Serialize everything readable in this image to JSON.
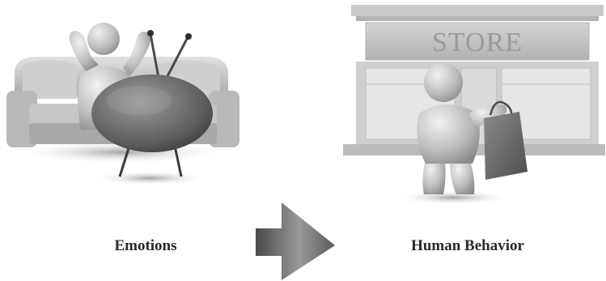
{
  "left_panel": {
    "caption": "Emotions",
    "depicts": [
      "person-on-sofa",
      "television"
    ]
  },
  "right_panel": {
    "caption": "Human Behavior",
    "store_sign": "STORE",
    "depicts": [
      "storefront",
      "person-with-shopping-bag"
    ]
  },
  "connector": {
    "icon": "arrow-right-icon",
    "direction": "right"
  },
  "colors": {
    "background": "#ffffff",
    "caption_text": "#2a2a2a",
    "figure_light": "#d9d9d9",
    "figure_mid": "#9a9a9a",
    "figure_dark": "#5a5a5a"
  }
}
